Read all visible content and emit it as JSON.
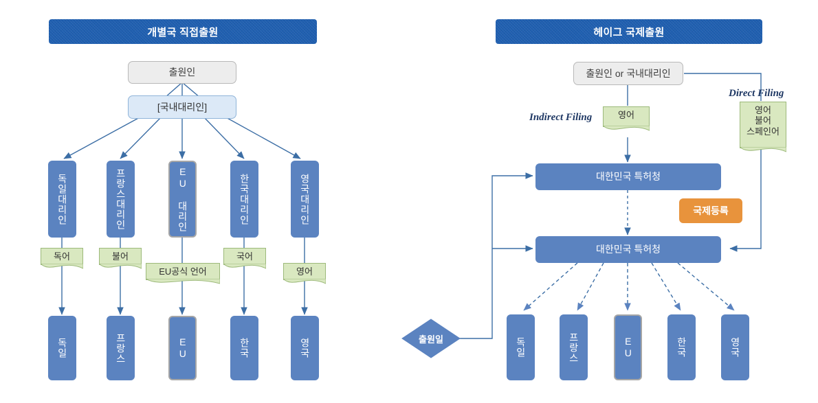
{
  "panels": {
    "left": {
      "header": "개별국 직접출원",
      "applicant": "출원인",
      "agent": "[국내대리인]",
      "agents": [
        {
          "label": "독일대리인"
        },
        {
          "label": "프랑스대리인"
        },
        {
          "label": "EU 대리인"
        },
        {
          "label": "한국대리인"
        },
        {
          "label": "영국대리인"
        }
      ],
      "languages": [
        {
          "label": "독어"
        },
        {
          "label": "불어"
        },
        {
          "label": "EU공식 언어"
        },
        {
          "label": "국어"
        },
        {
          "label": "영어"
        }
      ],
      "offices": [
        {
          "label": "독일"
        },
        {
          "label": "프랑스"
        },
        {
          "label": "EU"
        },
        {
          "label": "한국"
        },
        {
          "label": "영국"
        }
      ]
    },
    "right": {
      "header": "헤이그 국제출원",
      "applicant": "출원인 or 국내대리인",
      "indirect_label": "Indirect Filing",
      "direct_label": "Direct Filing",
      "indirect_language": "영어",
      "direct_languages": "영어\n불어\n스페인어",
      "office_first": "대한민국 특허청",
      "office_second": "대한민국 특허청",
      "international_registration": "국제등록",
      "filing_date": "출원일",
      "offices": [
        {
          "label": "독일"
        },
        {
          "label": "프랑스"
        },
        {
          "label": "EU"
        },
        {
          "label": "한국"
        },
        {
          "label": "영국"
        }
      ]
    }
  },
  "colors": {
    "header_blue": "#1f5fb0",
    "node_blue": "#5b83c0",
    "note_green": "#d9e8c0",
    "accent_orange": "#e8933c",
    "box_gray": "#ededed",
    "box_lightblue": "#dce9f7",
    "wire_blue": "#3c6ea5",
    "anno_navy": "#1f3864"
  }
}
